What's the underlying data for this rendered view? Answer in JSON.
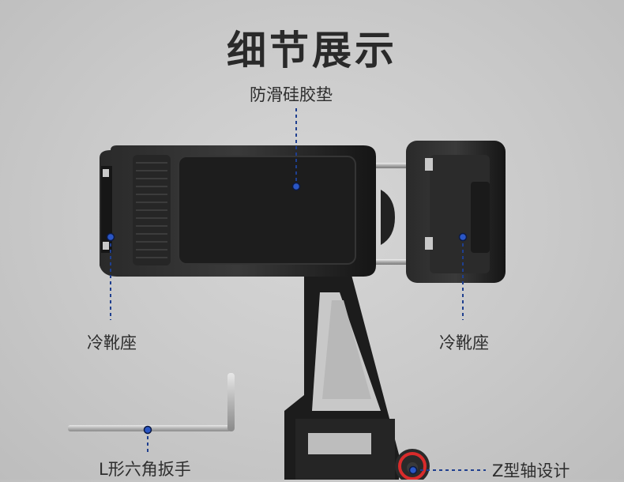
{
  "header": {
    "title": "细节展示"
  },
  "callouts": {
    "top": "防滑硅胶垫",
    "left": "冷靴座",
    "right": "冷靴座",
    "wrench": "L形六角扳手",
    "axis": "Z型轴设计"
  },
  "colors": {
    "background": "#c9c9c9",
    "title": "#2a2a2a",
    "leader": "#1f3f8f",
    "body": "#1e1e1e",
    "accent_ring": "#d92b2b"
  }
}
